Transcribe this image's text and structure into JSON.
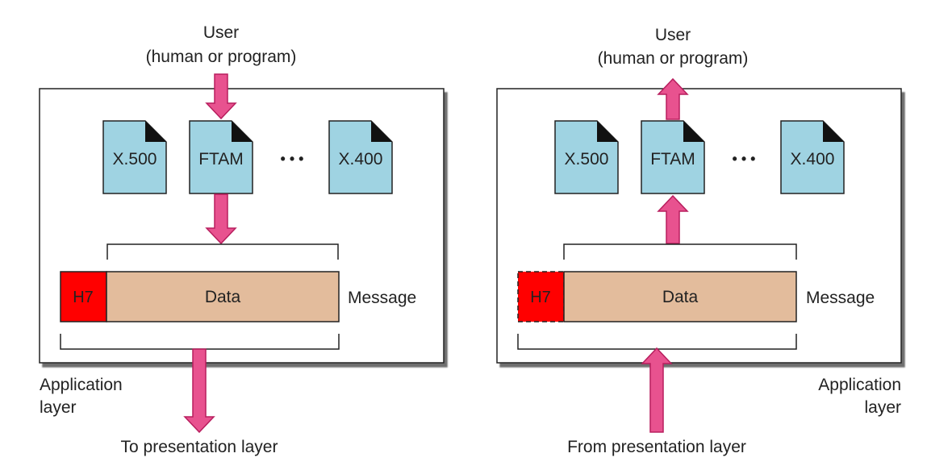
{
  "colors": {
    "arrow": "#e8528f",
    "arrow_stroke": "#b81e5e",
    "doc_fill": "#9fd3e2",
    "header_fill": "#ff0000",
    "data_fill": "#e3bc9c",
    "box_stroke": "#222222",
    "shadow": "#555555"
  },
  "sender": {
    "user_line1": "User",
    "user_line2": "(human or program)",
    "doc_1": "X.500",
    "doc_2": "FTAM",
    "ellipsis": "• • •",
    "doc_3": "X.400",
    "header": "H7",
    "data": "Data",
    "message": "Message",
    "layer_line1": "Application",
    "layer_line2": "layer",
    "bottom": "To presentation layer"
  },
  "receiver": {
    "user_line1": "User",
    "user_line2": "(human or program)",
    "doc_1": "X.500",
    "doc_2": "FTAM",
    "ellipsis": "• • •",
    "doc_3": "X.400",
    "header": "H7",
    "data": "Data",
    "message": "Message",
    "layer_line1": "Application",
    "layer_line2": "layer",
    "bottom": "From presentation layer"
  }
}
